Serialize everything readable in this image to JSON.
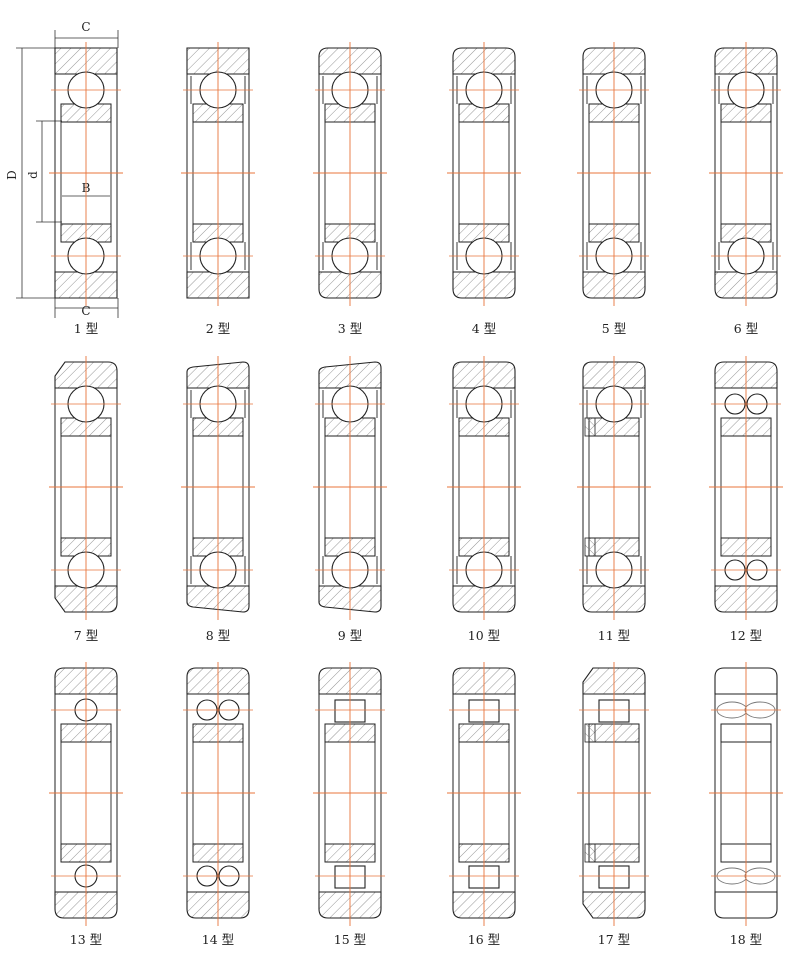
{
  "figure": {
    "dimension_labels": {
      "outer_width": "C",
      "outer_width_bottom": "C",
      "outer_diameter": "D",
      "bore_diameter": "d",
      "inner_width": "B"
    },
    "types": [
      {
        "label": "1 型",
        "element": "ball",
        "rows": 1,
        "outer_profile": "plain",
        "inner_ring": "wide",
        "shield": false
      },
      {
        "label": "2 型",
        "element": "ball",
        "rows": 1,
        "outer_profile": "plain",
        "inner_ring": "wide",
        "shield": true
      },
      {
        "label": "3 型",
        "element": "ball",
        "rows": 1,
        "outer_profile": "rounded-top",
        "inner_ring": "wide",
        "shield": true
      },
      {
        "label": "4 型",
        "element": "ball",
        "rows": 1,
        "outer_profile": "rounded",
        "inner_ring": "wide",
        "shield": true
      },
      {
        "label": "5 型",
        "element": "ball",
        "rows": 1,
        "outer_profile": "rounded",
        "inner_ring": "wide",
        "shield": true
      },
      {
        "label": "6 型",
        "element": "ball",
        "rows": 1,
        "outer_profile": "rounded",
        "inner_ring": "wide",
        "shield": true
      },
      {
        "label": "7 型",
        "element": "ball",
        "rows": 1,
        "outer_profile": "chamfer-left",
        "inner_ring": "wide",
        "shield": false
      },
      {
        "label": "8 型",
        "element": "ball",
        "rows": 1,
        "outer_profile": "taper",
        "inner_ring": "wide",
        "shield": true
      },
      {
        "label": "9 型",
        "element": "ball",
        "rows": 1,
        "outer_profile": "taper",
        "inner_ring": "wide",
        "shield": true
      },
      {
        "label": "10 型",
        "element": "ball",
        "rows": 1,
        "outer_profile": "rounded",
        "inner_ring": "wide",
        "shield": true
      },
      {
        "label": "11 型",
        "element": "ball",
        "rows": 1,
        "outer_profile": "rounded",
        "inner_ring": "stepped",
        "shield": true
      },
      {
        "label": "12 型",
        "element": "ball",
        "rows": 2,
        "outer_profile": "rounded",
        "inner_ring": "wide",
        "shield": false
      },
      {
        "label": "13 型",
        "element": "ball-small",
        "rows": 1,
        "outer_profile": "rounded",
        "inner_ring": "narrow",
        "shield": false
      },
      {
        "label": "14 型",
        "element": "ball",
        "rows": 2,
        "outer_profile": "rounded",
        "inner_ring": "narrow",
        "shield": false
      },
      {
        "label": "15 型",
        "element": "roller",
        "rows": 1,
        "outer_profile": "rounded",
        "inner_ring": "wide",
        "shield": false
      },
      {
        "label": "16 型",
        "element": "roller",
        "rows": 1,
        "outer_profile": "rounded",
        "inner_ring": "wide",
        "shield": false
      },
      {
        "label": "17 型",
        "element": "roller",
        "rows": 1,
        "outer_profile": "chamfer-left",
        "inner_ring": "stepped",
        "shield": false
      },
      {
        "label": "18 型",
        "element": "spherical",
        "rows": 2,
        "outer_profile": "rounded",
        "inner_ring": "wide",
        "shield": false
      }
    ]
  },
  "colors": {
    "outline": "#222222",
    "hatch": "#8a8a8a",
    "centerline": "#e8743b",
    "text": "#222222"
  }
}
